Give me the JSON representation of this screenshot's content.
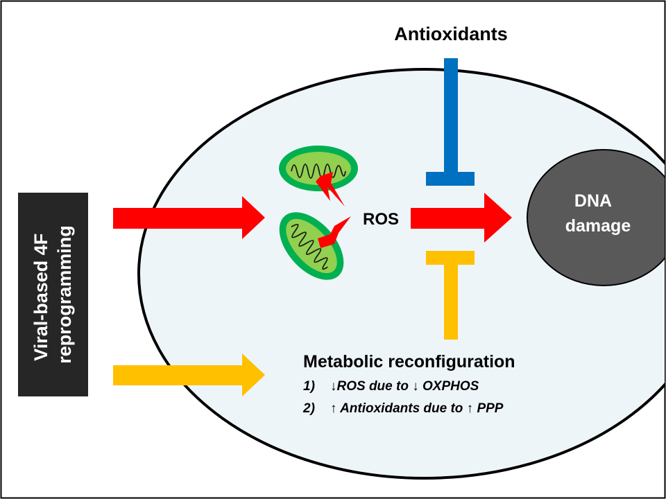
{
  "diagram": {
    "side_label_line1": "Viral-based 4F",
    "side_label_line2": "reprogramming",
    "antioxidants_label": "Antioxidants",
    "ros_label": "ROS",
    "dna_label_line1": "DNA",
    "dna_label_line2": "damage",
    "metabolic_title": "Metabolic reconfiguration",
    "metabolic_item1_num": "1)",
    "metabolic_item1_text": "↓ROS due to ↓ OXPHOS",
    "metabolic_item2_num": "2)",
    "metabolic_item2_text": "↑ Antioxidants due to ↑ PPP"
  },
  "colors": {
    "cell_fill": "#eef5f9",
    "nucleus_fill": "#595959",
    "mito_outer": "#00b050",
    "mito_inner": "#92d050",
    "red_arrow": "#ff0000",
    "yellow_arrow": "#ffc000",
    "blue_inhibitor": "#0070c0",
    "label_box": "#262626"
  }
}
